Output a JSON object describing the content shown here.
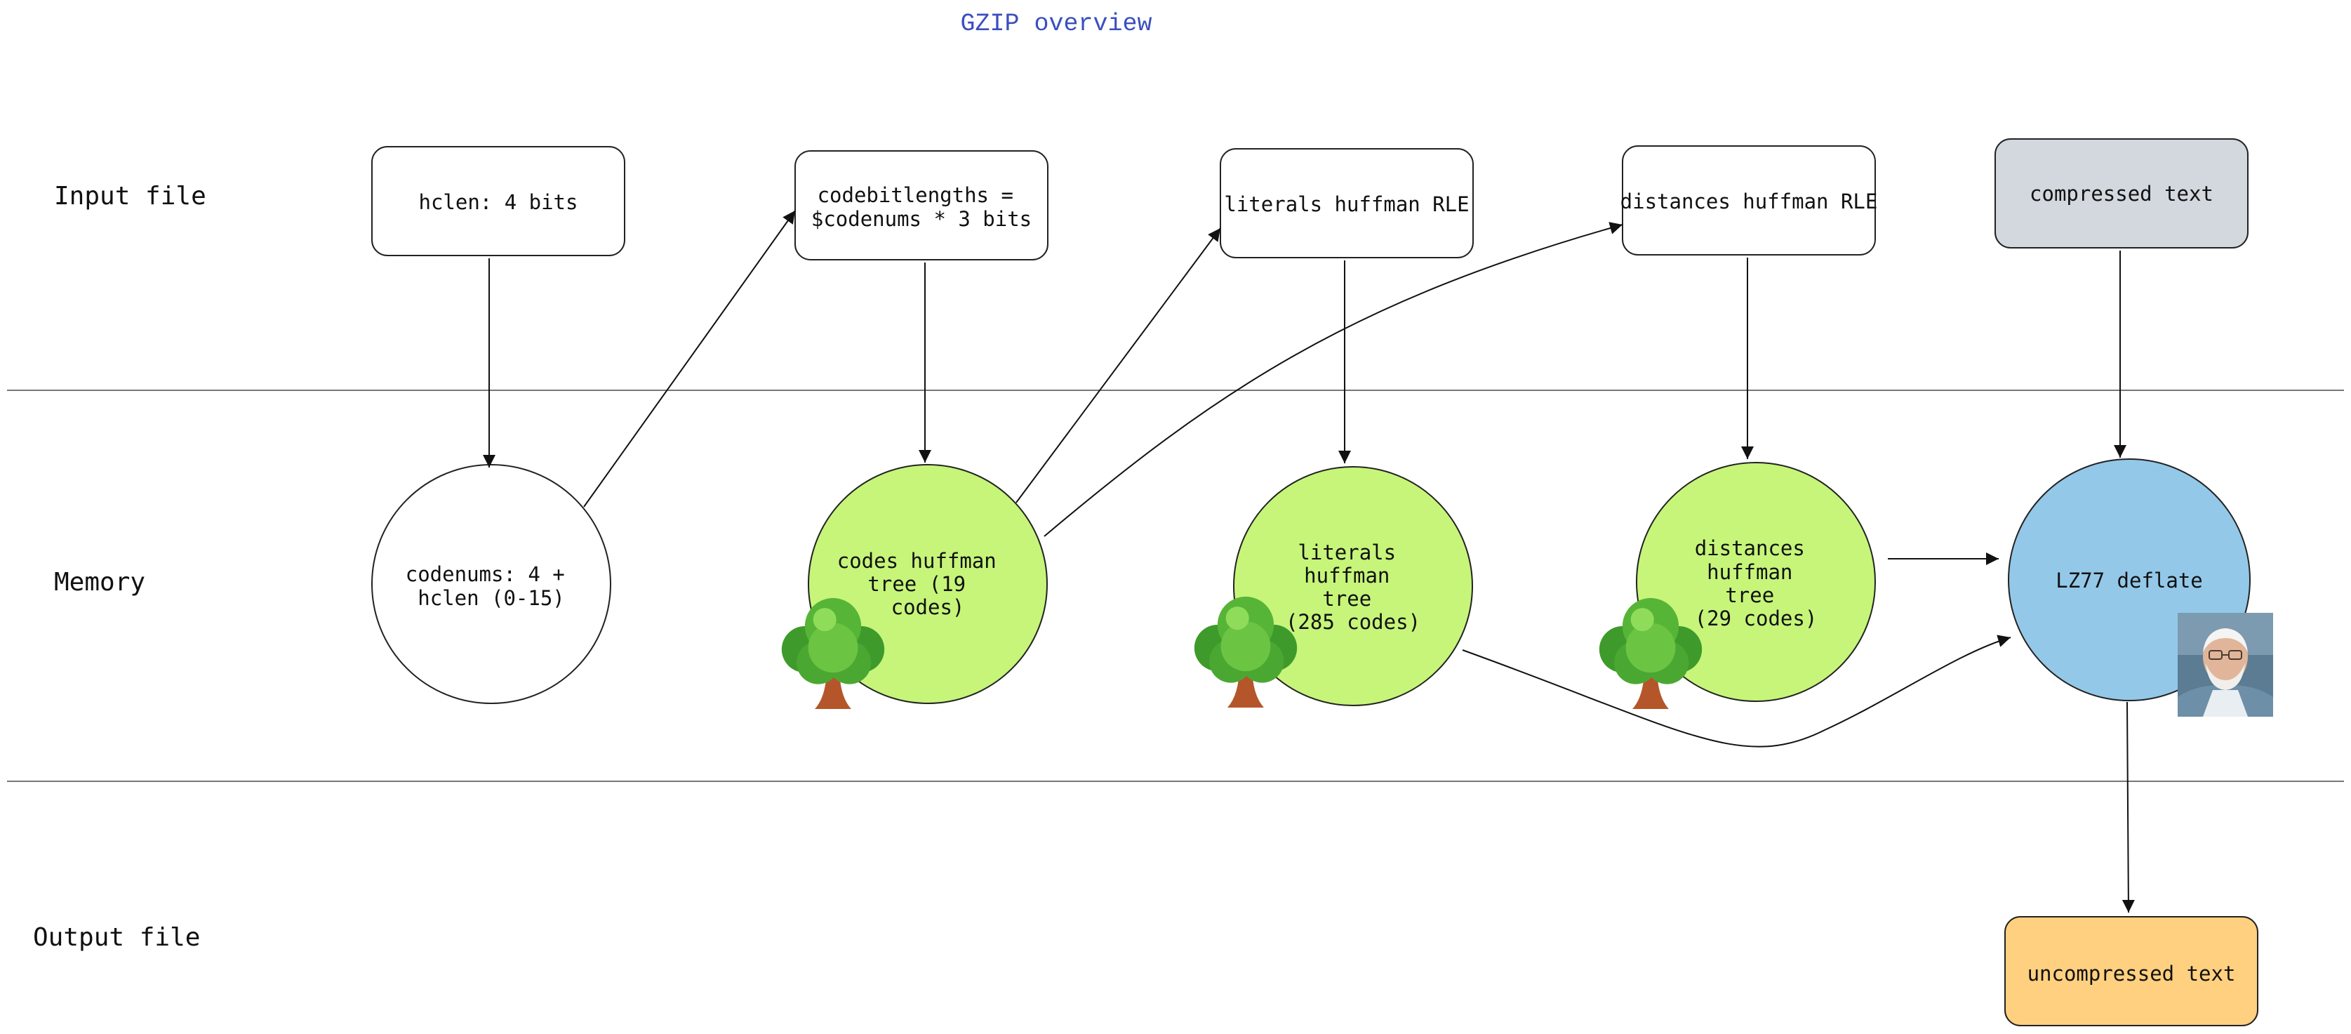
{
  "title": "GZIP overview",
  "lanes": {
    "input": "Input file",
    "memory": "Memory",
    "output": "Output file"
  },
  "nodes": {
    "hclen": [
      "hclen: 4 bits"
    ],
    "codebitlengths": [
      "codebitlengths =",
      "$codenums * 3 bits"
    ],
    "literals_rle": [
      "literals huffman RLE"
    ],
    "distances_rle": [
      "distances huffman RLE"
    ],
    "compressed": [
      "compressed text"
    ],
    "codenums": [
      "codenums: 4 +",
      "hclen (0-15)"
    ],
    "codes_tree": [
      "codes huffman",
      "tree (19",
      "codes)"
    ],
    "literals_tree": [
      "literals",
      "huffman",
      "tree",
      "(285 codes)"
    ],
    "distances_tree": [
      "distances",
      "huffman",
      "tree",
      "(29 codes)"
    ],
    "lz77": [
      "LZ77 deflate"
    ],
    "uncompressed": [
      "uncompressed text"
    ]
  },
  "icons": {
    "tree": "tree-icon",
    "portrait": "portrait-photo"
  },
  "colors": {
    "title": "#3b4fbf",
    "tree_fill": "#c6f57a",
    "lz77_fill": "#93c8e8",
    "compressed_fill": "#d3d8df",
    "uncompressed_fill": "#ffd080",
    "stroke": "#222222",
    "lane_line": "#777777"
  }
}
